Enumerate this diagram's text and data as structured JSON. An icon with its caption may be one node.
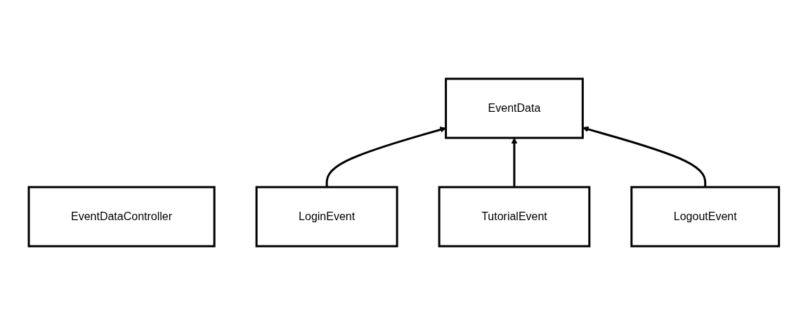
{
  "diagram": {
    "nodes": [
      {
        "text": [
          "EventDataController"
        ]
      },
      {
        "text": [
          "EventData"
        ]
      },
      {
        "text": [
          "LoginEvent"
        ]
      },
      {
        "text": [
          "TutorialEvent"
        ]
      },
      {
        "text": [
          "LogoutEvent"
        ]
      }
    ],
    "edges": [
      {
        "from": 2,
        "to": 1,
        "arrow": "to"
      },
      {
        "from": 3,
        "to": 1,
        "arrow": "to"
      },
      {
        "from": 4,
        "to": 1,
        "arrow": "to"
      }
    ]
  }
}
